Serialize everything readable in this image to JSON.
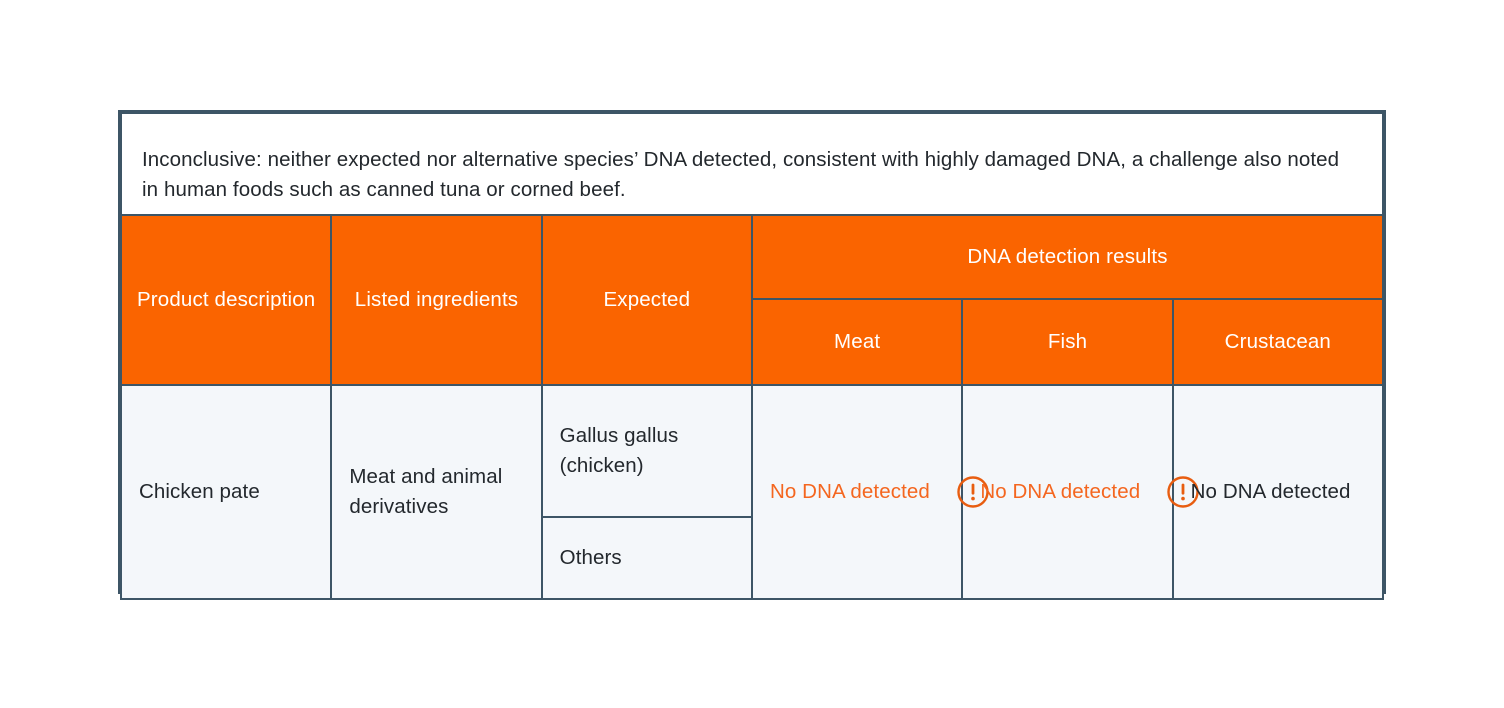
{
  "note": {
    "text": "Inconclusive: neither expected nor alternative species’ DNA detected, consistent with highly damaged DNA, a challenge also noted in human foods such as canned tuna or corned beef."
  },
  "table": {
    "headers": {
      "product_description": "Product description",
      "listed_ingredients": "Listed ingredients",
      "expected": "Expected",
      "dna_group": "DNA detection results",
      "meat": "Meat",
      "fish": "Fish",
      "crustacean": "Crustacean"
    },
    "rows": [
      {
        "product_description": "Chicken pate",
        "listed_ingredients": "Meat and animal derivatives",
        "expected": [
          "Gallus gallus (chicken)",
          "Others"
        ],
        "results": {
          "meat": {
            "text": "No DNA detected",
            "alert": true,
            "icon": "alert-circle-icon"
          },
          "fish": {
            "text": "No DNA detected",
            "alert": true,
            "icon": "alert-circle-icon"
          },
          "crustacean": {
            "text": "No DNA detected",
            "alert": false,
            "icon": ""
          }
        }
      }
    ]
  },
  "colors": {
    "header_orange": "#FA6400",
    "alert_orange": "#F4661F",
    "cell_background": "#F4F7FA",
    "border": "#3D5566",
    "text": "#23282D",
    "page_background": "#FFFFFF"
  }
}
